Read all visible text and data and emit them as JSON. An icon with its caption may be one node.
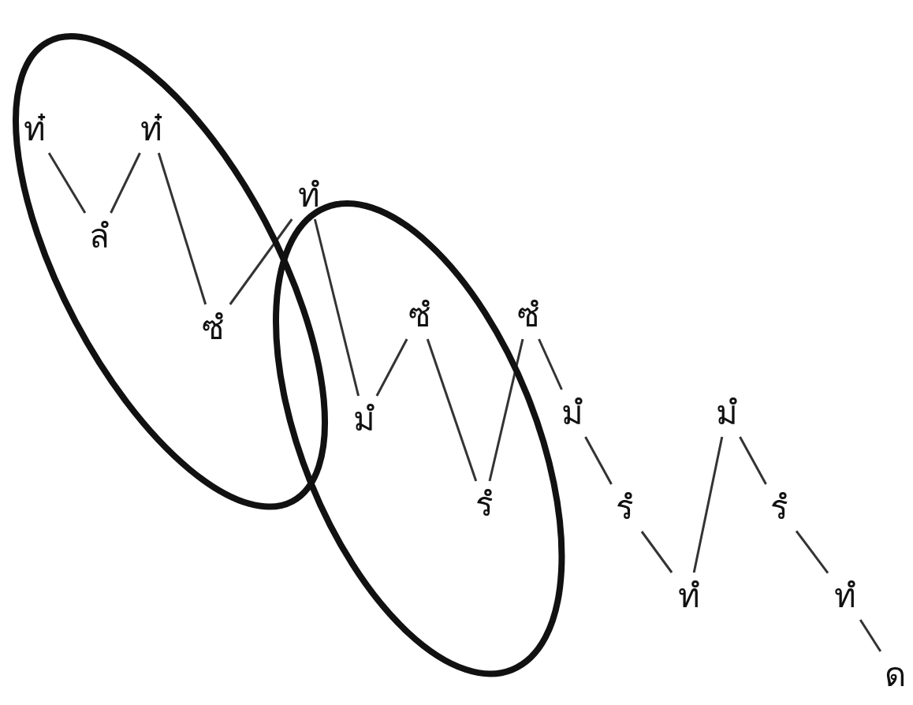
{
  "diagram": {
    "nodes": [
      {
        "text": [],
        "shape": "ellipse"
      },
      {
        "text": [],
        "shape": "ellipse"
      },
      {
        "text": [
          "ท๋"
        ],
        "in": 0
      },
      {
        "text": [
          "ลํ"
        ],
        "in": 0
      },
      {
        "text": [
          "ท๋"
        ],
        "in": 0
      },
      {
        "text": [
          "ซํ"
        ],
        "in": 0
      },
      {
        "text": [
          "ทํ"
        ]
      },
      {
        "text": [
          "มํ"
        ],
        "in": 1
      },
      {
        "text": [
          "ซํ"
        ],
        "in": 1
      },
      {
        "text": [
          "รํ"
        ],
        "in": 1
      },
      {
        "text": [
          "ซํ"
        ]
      },
      {
        "text": [
          "มํ"
        ]
      },
      {
        "text": [
          "รํ"
        ]
      },
      {
        "text": [
          "ทํ"
        ]
      },
      {
        "text": [
          "มํ"
        ]
      },
      {
        "text": [
          "รํ"
        ]
      },
      {
        "text": [
          "ทํ"
        ]
      },
      {
        "text": [
          "ด"
        ]
      }
    ],
    "edges": [
      {
        "from": 2,
        "to": 3,
        "arrow": "none"
      },
      {
        "from": 3,
        "to": 4,
        "arrow": "none"
      },
      {
        "from": 4,
        "to": 5,
        "arrow": "none"
      },
      {
        "from": 5,
        "to": 6,
        "arrow": "none"
      },
      {
        "from": 6,
        "to": 7,
        "arrow": "none"
      },
      {
        "from": 7,
        "to": 8,
        "arrow": "none"
      },
      {
        "from": 8,
        "to": 9,
        "arrow": "none"
      },
      {
        "from": 9,
        "to": 10,
        "arrow": "none"
      },
      {
        "from": 10,
        "to": 11,
        "arrow": "none"
      },
      {
        "from": 11,
        "to": 12,
        "arrow": "none"
      },
      {
        "from": 12,
        "to": 13,
        "arrow": "none"
      },
      {
        "from": 13,
        "to": 14,
        "arrow": "none"
      },
      {
        "from": 14,
        "to": 15,
        "arrow": "none"
      },
      {
        "from": 15,
        "to": 16,
        "arrow": "none"
      },
      {
        "from": 16,
        "to": 17,
        "arrow": "none"
      }
    ]
  }
}
